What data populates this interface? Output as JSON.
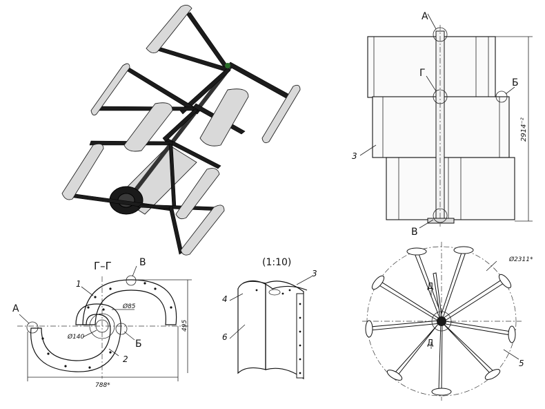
{
  "iso_view": {},
  "front_view": {
    "labels": {
      "a": "А",
      "g": "Г",
      "b": "Б",
      "v": "В",
      "part3": "3",
      "height_dim": "2914⁻²"
    }
  },
  "section_view": {
    "title": "Г–Г",
    "labels": {
      "v": "В",
      "a": "А",
      "b": "Б",
      "part1": "1",
      "part2": "2",
      "dim_width": "788*",
      "dim_height": "495",
      "dia_85": "Ø85",
      "dia_140": "Ø140"
    }
  },
  "blade_view": {
    "scale": "(1:10)",
    "labels": {
      "part3": "3",
      "part4": "4",
      "part6": "6"
    }
  },
  "top_view": {
    "labels": {
      "diameter": "Ø2311*",
      "d_top": "Д",
      "d_bottom": "Д",
      "part5": "5"
    }
  }
}
